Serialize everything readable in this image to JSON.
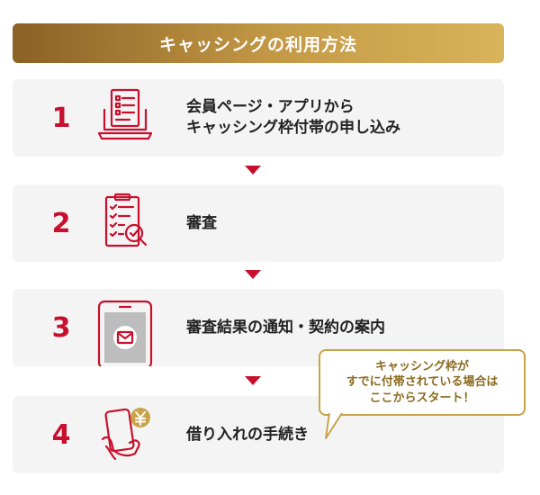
{
  "header": {
    "title": "キャッシングの利用方法"
  },
  "steps": [
    {
      "number": "1",
      "icon": "laptop-document-icon",
      "lines": [
        "会員ページ・アプリから",
        "キャッシング枠付帯の申し込み"
      ]
    },
    {
      "number": "2",
      "icon": "review-checklist-icon",
      "lines": [
        "審査"
      ]
    },
    {
      "number": "3",
      "icon": "phone-mail-icon",
      "lines": [
        "審査結果の通知・契約の案内"
      ]
    },
    {
      "number": "4",
      "icon": "hand-phone-yen-icon",
      "lines": [
        "借り入れの手続き"
      ]
    }
  ],
  "callout": {
    "lines": [
      "キャッシング枠が",
      "すでに付帯されている場合は",
      "ここからスタート！"
    ]
  },
  "colors": {
    "accent_red": "#c8102e",
    "gold": "#c9a24a",
    "panel_bg": "#f4f4f4"
  }
}
